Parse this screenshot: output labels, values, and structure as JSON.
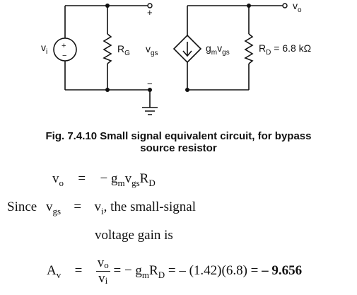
{
  "circuit": {
    "vi_label": "v",
    "vi_sub": "i",
    "plus_sign": "+",
    "minus_sign": "−",
    "rg_label": "R",
    "rg_sub": "G",
    "vgs_label": "v",
    "vgs_sub": "gs",
    "gmvgs_label": "g",
    "gmvgs_sub1": "m",
    "gmvgs_mid": "v",
    "gmvgs_sub2": "gs",
    "rd_label": "R",
    "rd_sub": "D",
    "rd_value": " = 6.8 kΩ",
    "vo_label": "v",
    "vo_sub": "o",
    "node_plus": "+",
    "node_minus": "−"
  },
  "caption": {
    "line1": "Fig. 7.4.10 Small signal equivalent circuit, for bypass",
    "line2": "source resistor"
  },
  "equations": {
    "eq1_lhs": "v",
    "eq1_lhs_sub": "o",
    "eq1_eq": "=",
    "eq1_rhs_a": "− g",
    "eq1_rhs_sub1": "m",
    "eq1_rhs_b": "v",
    "eq1_rhs_sub2": "gs",
    "eq1_rhs_c": "R",
    "eq1_rhs_sub3": "D",
    "since": "Since",
    "since_v": "v",
    "since_v_sub": "gs",
    "since_eq": "=",
    "since_rhs": "v",
    "since_rhs_sub": "i",
    "since_tail": ", the small-signal",
    "line3": "voltage gain is",
    "av": "A",
    "av_sub": "v",
    "av_eq": "=",
    "frac_num": "v",
    "frac_num_sub": "o",
    "frac_den": "v",
    "frac_den_sub": "i",
    "rest_a": " = − g",
    "rest_sub1": "m",
    "rest_b": "R",
    "rest_sub2": "D",
    "rest_c": " = – (1.42)(6.8) = ",
    "result": "– 9.656"
  }
}
